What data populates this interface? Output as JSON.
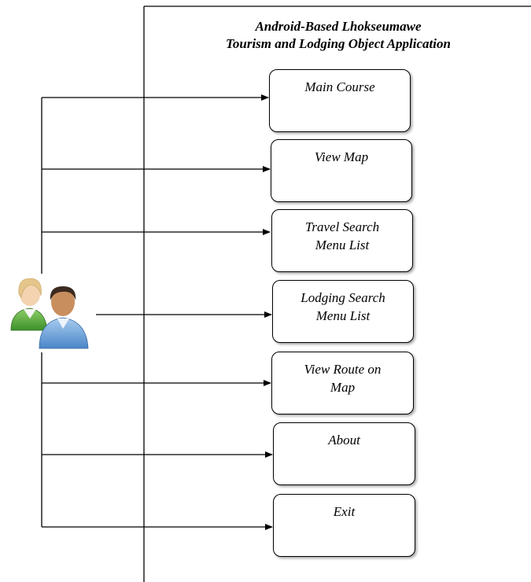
{
  "title": {
    "line1": "Android-Based Lhokseumawe",
    "line2": "Tourism and Lodging Object Application"
  },
  "actor": {
    "icon": "users-icon"
  },
  "menu": [
    {
      "lines": [
        "Main Course"
      ]
    },
    {
      "lines": [
        "View Map"
      ]
    },
    {
      "lines": [
        "Travel Search",
        "Menu List"
      ]
    },
    {
      "lines": [
        "Lodging Search",
        "Menu List"
      ]
    },
    {
      "lines": [
        "View Route on",
        "Map"
      ]
    },
    {
      "lines": [
        "About"
      ]
    },
    {
      "lines": [
        "Exit"
      ]
    }
  ]
}
